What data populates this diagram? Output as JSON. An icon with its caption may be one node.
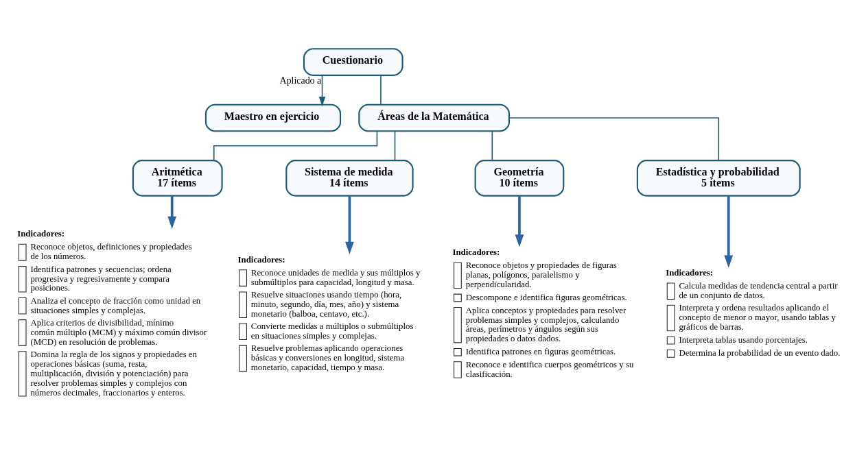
{
  "diagram": {
    "nodes": [
      {
        "text": [
          "Cuestionario"
        ]
      },
      {
        "text": [
          "Maestro en ejercicio"
        ]
      },
      {
        "text": [
          "Áreas de la Matemática"
        ]
      },
      {
        "text": [
          "Aritmética",
          "17 ítems"
        ]
      },
      {
        "text": [
          "Sistema de medida",
          "14 ítems"
        ]
      },
      {
        "text": [
          "Geometría",
          "10 ítems"
        ]
      },
      {
        "text": [
          "Estadística y probabilidad",
          "5 ítems"
        ]
      },
      {
        "text": [
          "Indicadores:",
          "Reconoce objetos, definiciones y propiedades de los números.",
          "Identifica patrones y secuencias; ordena progresiva y regresivamente y compara posiciones.",
          "Analiza el concepto de fracción como unidad en situaciones simples y complejas.",
          "Aplica criterios de divisibilidad, mínimo común múltiplo (MCM) y máximo común divisor (MCD) en resolución de problemas.",
          "Domina la regla de los signos y propiedades en operaciones básicas (suma, resta, multiplicación, división y potenciación) para resolver problemas simples y complejos con números decimales, fraccionarios y enteros."
        ]
      },
      {
        "text": [
          "Indicadores:",
          "Reconoce unidades de medida y sus múltiplos y submúltiplos para capacidad, longitud y masa.",
          "Resuelve situaciones usando tiempo (hora, minuto, segundo, día, mes, año) y sistema monetario (balboa, centavo, etc.).",
          "Convierte medidas a múltiplos o submúltiplos en situaciones simples y complejas.",
          "Resuelve problemas aplicando operaciones básicas y conversiones en longitud, sistema monetario, capacidad, tiempo y masa."
        ]
      },
      {
        "text": [
          "Indicadores:",
          "Reconoce objetos y propiedades de figuras planas, polígonos, paralelismo y perpendicularidad.",
          "Descompone e identifica figuras geométricas.",
          "Aplica conceptos y propiedades para resolver problemas simples y complejos, calculando áreas, perímetros y ángulos según sus propiedades o datos dados.",
          "Identifica patrones en figuras geométricas.",
          "Reconoce e identifica cuerpos geométricos y su clasificación."
        ]
      },
      {
        "text": [
          "Indicadores:",
          "Calcula medidas de tendencia central a partir de un conjunto de datos.",
          "Interpreta y ordena resultados aplicando el concepto de menor o mayor, usando tablas y gráficos de barras.",
          "Interpreta tablas usando porcentajes.",
          "Determina la probabilidad de un evento dado."
        ]
      }
    ],
    "edges": [
      {
        "from": 0,
        "to": 2,
        "arrow": "none"
      },
      {
        "from": 0,
        "to": 1,
        "arrow": "to",
        "label": "Aplicado a"
      },
      {
        "from": 2,
        "to": 3,
        "arrow": "none"
      },
      {
        "from": 2,
        "to": 4,
        "arrow": "none"
      },
      {
        "from": 2,
        "to": 5,
        "arrow": "none"
      },
      {
        "from": 2,
        "to": 6,
        "arrow": "none"
      },
      {
        "from": 3,
        "to": 7,
        "arrow": "to",
        "style": "thick",
        "color": "#2e64a0"
      },
      {
        "from": 4,
        "to": 8,
        "arrow": "to",
        "style": "thick",
        "color": "#2e64a0"
      },
      {
        "from": 5,
        "to": 9,
        "arrow": "to",
        "style": "thick",
        "color": "#2e64a0"
      },
      {
        "from": 6,
        "to": 10,
        "arrow": "to",
        "style": "thick",
        "color": "#2e64a0"
      }
    ]
  }
}
